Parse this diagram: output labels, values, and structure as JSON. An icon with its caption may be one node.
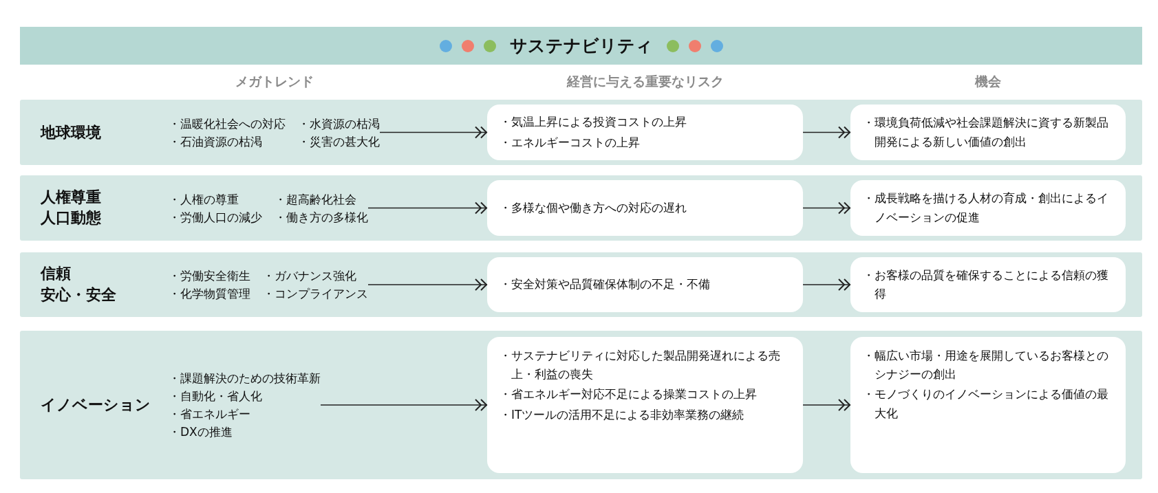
{
  "diagram": {
    "nodes": [
      {
        "text": [
          "サステナビリティ"
        ]
      },
      {
        "text": [
          "地球環境"
        ]
      },
      {
        "text": [
          "・温暖化社会への対応",
          "・水資源の枯渇",
          "・石油資源の枯渇",
          "・災害の甚大化"
        ],
        "in": 1
      },
      {
        "text": [
          "・気温上昇による投資コストの上昇",
          "・エネルギーコストの上昇"
        ],
        "in": 1
      },
      {
        "text": [
          "・環境負荷低減や社会課題解決に資する新製品開発による新しい価値の創出"
        ],
        "in": 1
      },
      {
        "text": [
          "人権尊重",
          "人口動態"
        ]
      },
      {
        "text": [
          "・人権の尊重",
          "・超高齢化社会",
          "・労働人口の減少",
          "・働き方の多様化"
        ],
        "in": 5
      },
      {
        "text": [
          "・多様な個や働き方への対応の遅れ"
        ],
        "in": 5
      },
      {
        "text": [
          "・成長戦略を描ける人材の育成・創出によるイノベーションの促進"
        ],
        "in": 5
      },
      {
        "text": [
          "信頼",
          "安心・安全"
        ]
      },
      {
        "text": [
          "・労働安全衛生",
          "・ガバナンス強化",
          "・化学物質管理",
          "・コンプライアンス"
        ],
        "in": 9
      },
      {
        "text": [
          "・安全対策や品質確保体制の不足・不備"
        ],
        "in": 9
      },
      {
        "text": [
          "・お客様の品質を確保することによる信頼の獲得"
        ],
        "in": 9
      },
      {
        "text": [
          "イノベーション"
        ]
      },
      {
        "text": [
          "・課題解決のための技術革新",
          "・自動化・省人化",
          "・省エネルギー",
          "・DXの推進"
        ],
        "in": 13
      },
      {
        "text": [
          "・サステナビリティに対応した製品開発遅れによる売上・利益の喪失",
          "・省エネルギー対応不足による操業コストの上昇",
          "・ITツールの活用不足による非効率業務の継続"
        ],
        "in": 13
      },
      {
        "text": [
          "・幅広い市場・用途を展開しているお客様とのシナジーの創出",
          "・モノづくりのイノベーションによる価値の最大化"
        ],
        "in": 13
      }
    ],
    "edges": [
      {
        "from": 2,
        "to": 3,
        "arrow": "to"
      },
      {
        "from": 3,
        "to": 4,
        "arrow": "to"
      },
      {
        "from": 6,
        "to": 7,
        "arrow": "to"
      },
      {
        "from": 7,
        "to": 8,
        "arrow": "to"
      },
      {
        "from": 10,
        "to": 11,
        "arrow": "to"
      },
      {
        "from": 11,
        "to": 12,
        "arrow": "to"
      },
      {
        "from": 14,
        "to": 15,
        "arrow": "to"
      },
      {
        "from": 15,
        "to": 16,
        "arrow": "to"
      }
    ],
    "labels": [
      "メガトレンド",
      "経営に与える重要なリスク",
      "機会"
    ]
  }
}
